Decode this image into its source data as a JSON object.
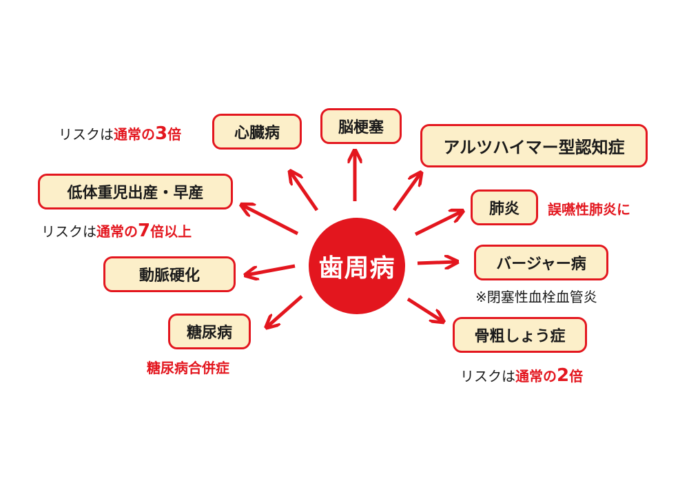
{
  "center": {
    "label": "歯周病"
  },
  "colors": {
    "accent": "#e3161e",
    "box_fill": "#fcefc9",
    "text": "#1a1a1a"
  },
  "nodes": {
    "heart": "心臓病",
    "brain": "脳梗塞",
    "alzheimer": "アルツハイマー型認知症",
    "lowweight": "低体重児出産・早産",
    "pneumonia": "肺炎",
    "arterio": "動脈硬化",
    "buerger": "バージャー病",
    "diabetes": "糖尿病",
    "osteo": "骨粗しょう症"
  },
  "notes": {
    "heart_risk": {
      "prefix": "リスクは",
      "em": "通常の",
      "num": "3",
      "suffix": "倍"
    },
    "lowweight_risk": {
      "prefix": "リスクは",
      "em": "通常の",
      "num": "7",
      "suffix": "倍以上"
    },
    "osteo_risk": {
      "prefix": "リスクは",
      "em": "通常の",
      "num": "2",
      "suffix": "倍"
    },
    "pneumonia_note": "誤嚥性肺炎に",
    "buerger_note": "※閉塞性血栓血管炎",
    "diabetes_note": "糖尿病合併症"
  }
}
